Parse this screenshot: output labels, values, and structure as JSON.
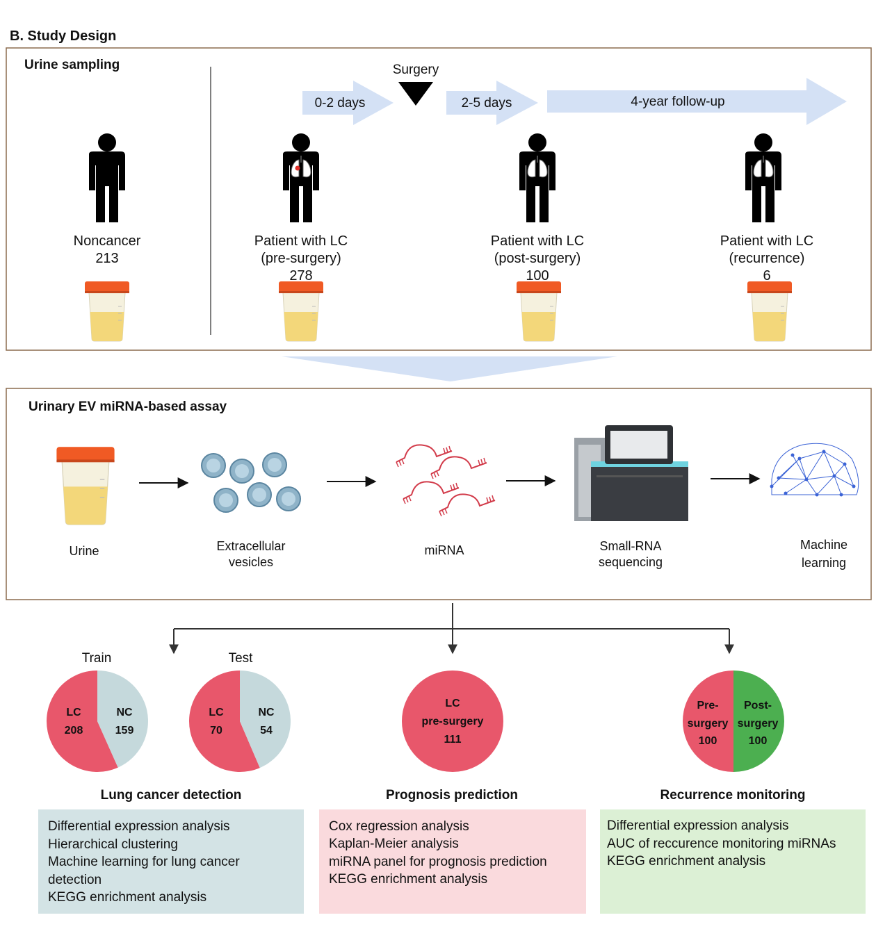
{
  "figure_title": "B. Study Design",
  "sampling": {
    "heading": "Urine sampling",
    "surgery_label": "Surgery",
    "timeline": [
      "0-2 days",
      "2-5 days",
      "4-year follow-up"
    ],
    "groups": [
      {
        "name": "Noncancer",
        "sub": "",
        "count": "213"
      },
      {
        "name": "Patient with LC",
        "sub": "(pre-surgery)",
        "count": "278"
      },
      {
        "name": "Patient with LC",
        "sub": "(post-surgery)",
        "count": "100"
      },
      {
        "name": "Patient with LC",
        "sub": "(recurrence)",
        "count": "6"
      }
    ]
  },
  "assay": {
    "heading": "Urinary EV miRNA-based assay",
    "steps": [
      {
        "line1": "Urine",
        "line2": ""
      },
      {
        "line1": "Extracellular",
        "line2": "vesicles"
      },
      {
        "line1": "miRNA",
        "line2": ""
      },
      {
        "line1": "Small-RNA",
        "line2": "sequencing"
      },
      {
        "line1": "Machine",
        "line2": "learning"
      }
    ]
  },
  "pies": {
    "train_label": "Train",
    "test_label": "Test",
    "train": {
      "lc_label": "LC",
      "lc_value": 208,
      "nc_label": "NC",
      "nc_value": 159
    },
    "test": {
      "lc_label": "LC",
      "lc_value": 70,
      "nc_label": "NC",
      "nc_value": 54
    },
    "prognosis": {
      "line1": "LC",
      "line2": "pre-surgery",
      "value": 111
    },
    "recurrence": {
      "left_line1": "Pre-",
      "left_line2": "surgery",
      "left_value": 100,
      "right_line1": "Post-",
      "right_line2": "surgery",
      "right_value": 100
    }
  },
  "colors": {
    "lc": "#e8576b",
    "nc": "#c5d9dc",
    "post": "#4caf50",
    "arrow_fill": "#d4e1f5",
    "frame": "#8b6b4e",
    "box_blue": "#d3e3e5",
    "box_pink": "#fadadd",
    "box_green": "#dcf0d5"
  },
  "panels": [
    {
      "title": "Lung cancer detection",
      "items": [
        "Differential expression analysis",
        "Hierarchical clustering",
        "Machine learning for lung cancer",
        "detection",
        "KEGG enrichment analysis"
      ]
    },
    {
      "title": "Prognosis prediction",
      "items": [
        "Cox regression analysis",
        "Kaplan-Meier analysis",
        "miRNA panel for prognosis prediction",
        "KEGG enrichment analysis"
      ]
    },
    {
      "title": "Recurrence monitoring",
      "items": [
        "Differential expression analysis",
        "AUC of reccurence monitoring miRNAs",
        "KEGG enrichment analysis"
      ]
    }
  ]
}
